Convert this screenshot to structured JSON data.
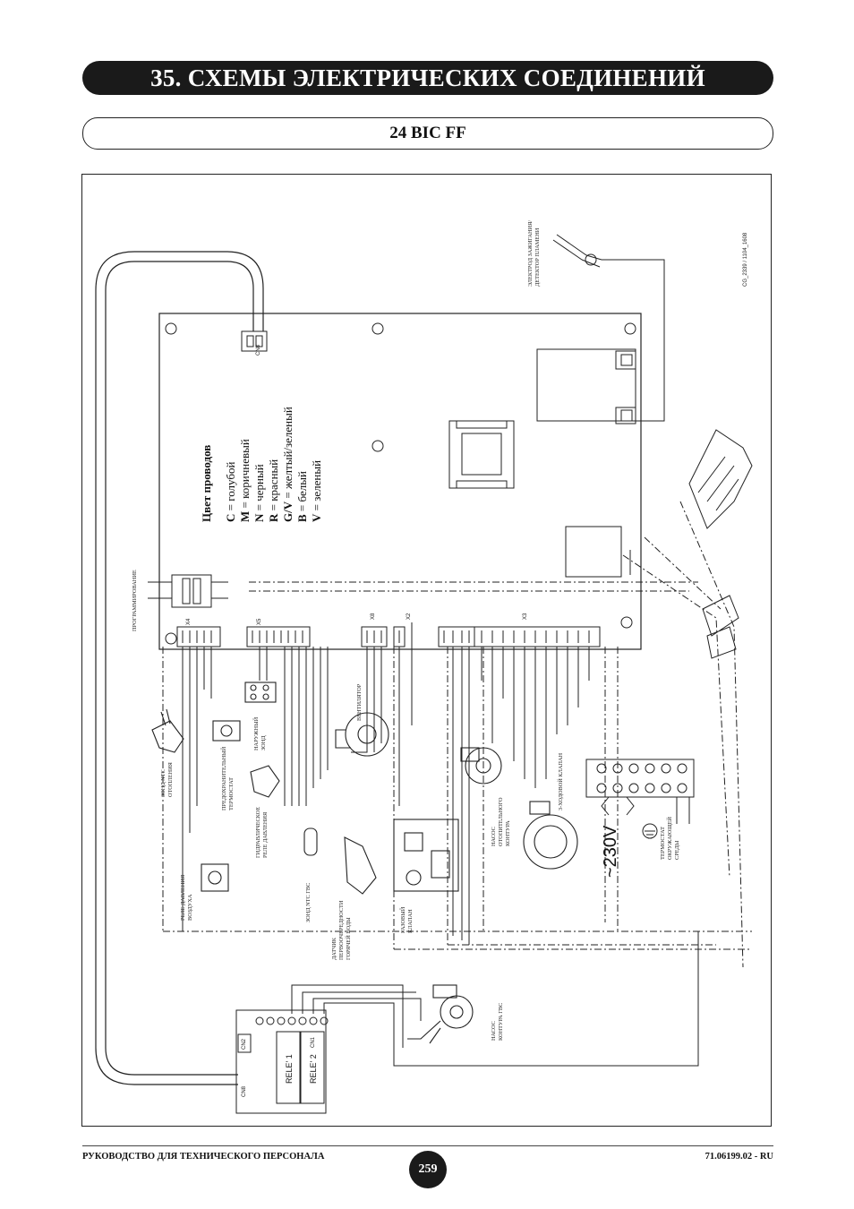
{
  "header": {
    "title": "35. СХЕМЫ ЭЛЕКТРИЧЕСКИХ СОЕДИНЕНИЙ",
    "model": "24 BIC FF"
  },
  "diagram": {
    "code": "CG_2339 / 1104_1608",
    "legend": {
      "title": "Цвет проводов",
      "items": [
        {
          "key": "C",
          "text": " = голубой"
        },
        {
          "key": "M",
          "text": " = коричневый"
        },
        {
          "key": "N",
          "text": " = черный"
        },
        {
          "key": "R",
          "text": " = красный"
        },
        {
          "key": "G/V",
          "text": " = желтый/зеленый"
        },
        {
          "key": "B",
          "text": " = белый"
        },
        {
          "key": "V",
          "text": " = зеленый"
        }
      ]
    },
    "connectors": {
      "x4": "X4",
      "x5": "X5",
      "x8": "X8",
      "x2": "X2",
      "x3": "X3",
      "cn8": "CN8",
      "cn1": "CN1",
      "cn2": "CN2",
      "rele1": "RELE' 1",
      "rele2": "RELE' 2"
    },
    "labels": {
      "programming": "ПРОГРАММИРОВАНИЕ",
      "electrode": [
        "ЭЛЕКТРОД ЗАЖИГАНИЯ/",
        "ДЕТЕКТОР ПЛАМЕНИ"
      ],
      "ntc_heating": [
        "ЗОНД NTC",
        "ОТОПЛЕНИЯ"
      ],
      "safety_thermostat": [
        "ПРЕДОХРАНИТЕЛЬНЫЙ",
        "ТЕРМОСТАТ"
      ],
      "outdoor_probe": [
        "НАРУЖНЫЙ",
        "ЗОНД"
      ],
      "hydraulic_switch": [
        "ГИДРАВЛИЧЕСКОЕ",
        "РЕЛЕ ДАВЛЕНИЯ"
      ],
      "air_switch": [
        "РЕЛЕ ДАВЛЕНИЯ",
        "ВОЗДУХА"
      ],
      "ntc_dhw": "ЗОНД NTC ГВС",
      "flow_sensor": [
        "ДАТЧИК",
        "ПЕРВООЧЕРЕДНОСТИ",
        "ГОРЯЧЕЙ ВОДЫ"
      ],
      "fan": "ВЕНТИЛЯТОР",
      "gas_valve": [
        "ГАЗОВЫЙ",
        "КЛАПАН"
      ],
      "heating_pump": [
        "НАСОС",
        "ОТОПИТЕЛЬНОГО",
        "КОНТУРА"
      ],
      "three_way": "3-ХОДОВОЙ КЛАПАН",
      "room_thermostat": [
        "ТЕРМОСТАТ",
        "ОКРУЖАЮЩЕЙ",
        "СРЕДЫ"
      ],
      "dhw_pump": [
        "НАСОС",
        "КОНТУРА ГВС"
      ],
      "voltage": "~230V"
    }
  },
  "footer": {
    "left": "РУКОВОДСТВО ДЛЯ ТЕХНИЧЕСКОГО ПЕРСОНАЛА",
    "page": "259",
    "right": "71.06199.02 - RU"
  }
}
